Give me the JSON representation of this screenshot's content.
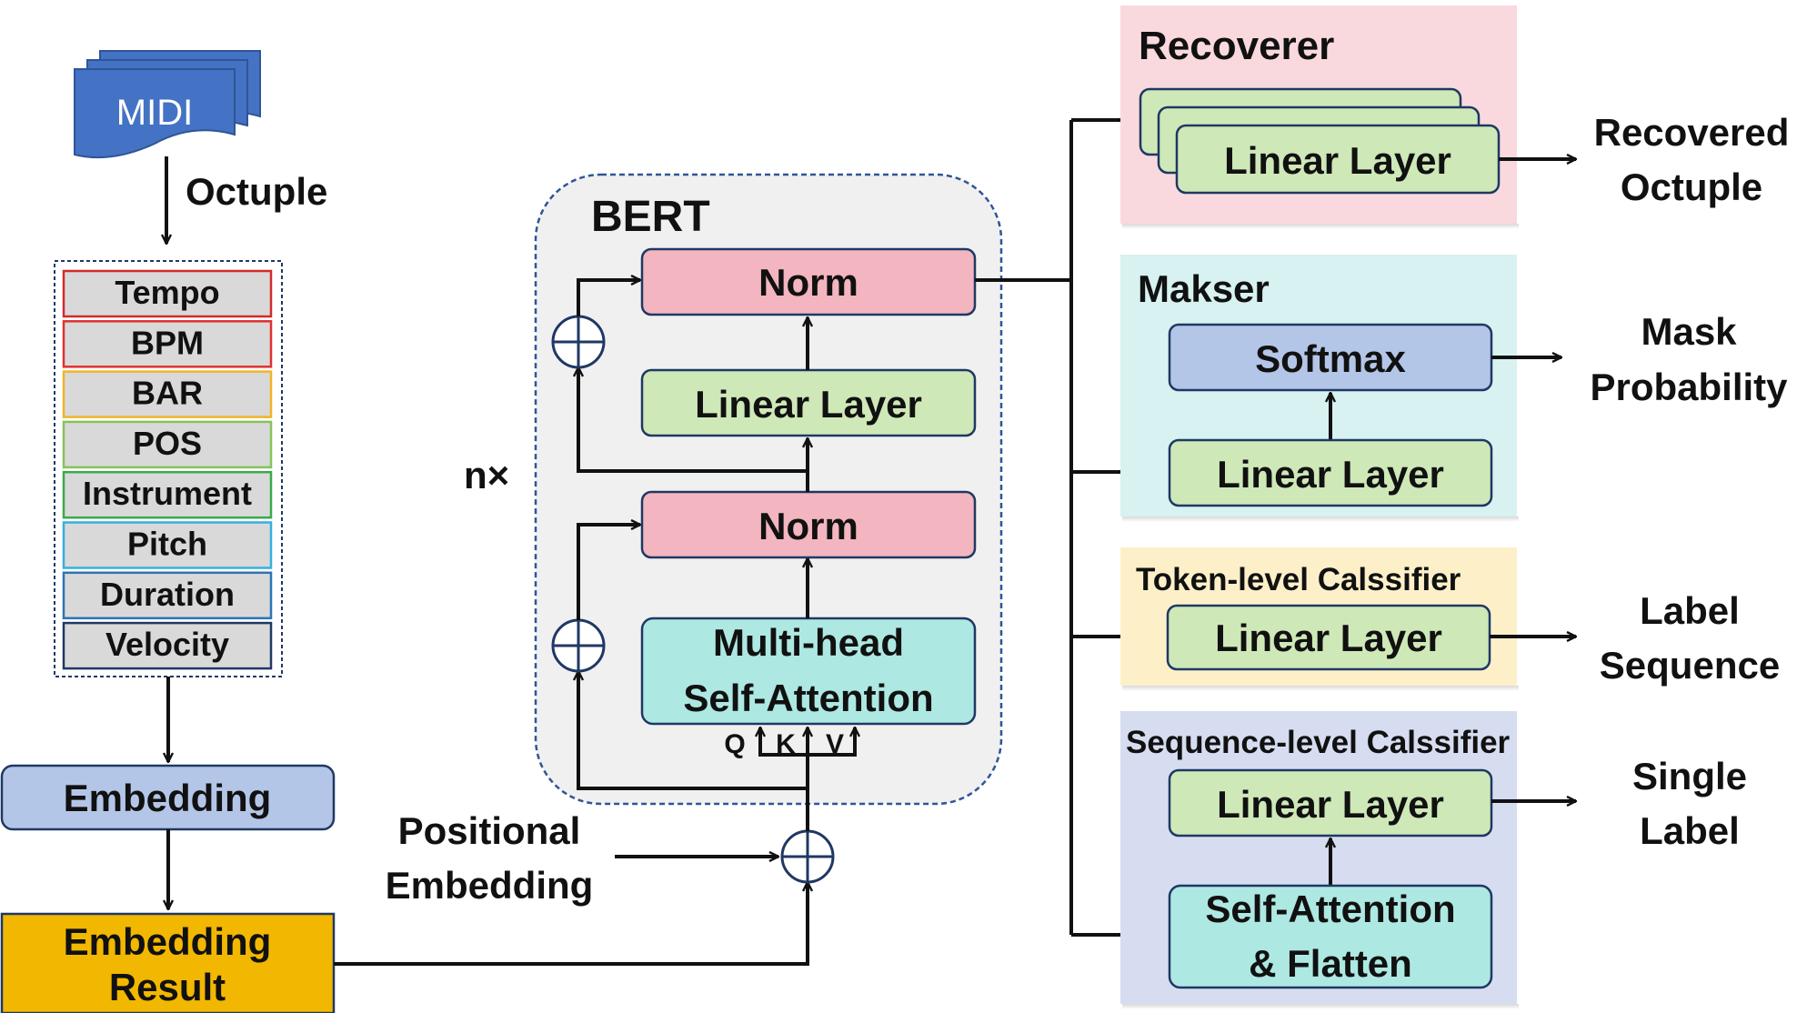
{
  "input": {
    "midi_label": "MIDI",
    "octuple_label": "Octuple",
    "tokens": [
      "Tempo",
      "BPM",
      "BAR",
      "POS",
      "Instrument",
      "Pitch",
      "Duration",
      "Velocity"
    ],
    "token_colors": [
      "#d42a2a",
      "#e03030",
      "#f0b429",
      "#86c35b",
      "#3aaa4a",
      "#35b0e0",
      "#2e74b5",
      "#1f3864"
    ]
  },
  "embedding": {
    "embedding_label": "Embedding",
    "result_label_line1": "Embedding",
    "result_label_line2": "Result",
    "positional_line1": "Positional",
    "positional_line2": "Embedding"
  },
  "bert": {
    "title": "BERT",
    "repeat_label": "n×",
    "norm_top": "Norm",
    "linear_layer": "Linear Layer",
    "norm_bottom": "Norm",
    "attention_line1": "Multi-head",
    "attention_line2": "Self-Attention",
    "q_label": "Q",
    "k_label": "K",
    "v_label": "V"
  },
  "heads": {
    "recoverer": {
      "title": "Recoverer",
      "layer": "Linear Layer",
      "output_line1": "Recovered",
      "output_line2": "Octuple"
    },
    "masker": {
      "title": "Makser",
      "softmax": "Softmax",
      "layer": "Linear Layer",
      "output_line1": "Mask",
      "output_line2": "Probability"
    },
    "token_classifier": {
      "title": "Token-level Calssifier",
      "layer": "Linear Layer",
      "output_line1": "Label",
      "output_line2": "Sequence"
    },
    "sequence_classifier": {
      "title": "Sequence-level Calssifier",
      "layer": "Linear Layer",
      "attn_line1": "Self-Attention",
      "attn_line2": "& Flatten",
      "output_line1": "Single",
      "output_line2": "Label"
    }
  },
  "colors": {
    "norm_fill": "#f3b5bf",
    "linear_fill": "#cfe8b8",
    "attention_fill": "#aee8e2",
    "embedding_fill": "#b4c6e7",
    "softmax_fill": "#b4c6e7",
    "result_fill": "#f2b700",
    "midi_fill": "#4472c4",
    "recoverer_bg": "#f9d9de",
    "masker_bg": "#d7f2f0",
    "token_bg": "#fdf0c9",
    "sequence_bg": "#d6ddf1",
    "bert_bg": "#f0f0f0"
  }
}
